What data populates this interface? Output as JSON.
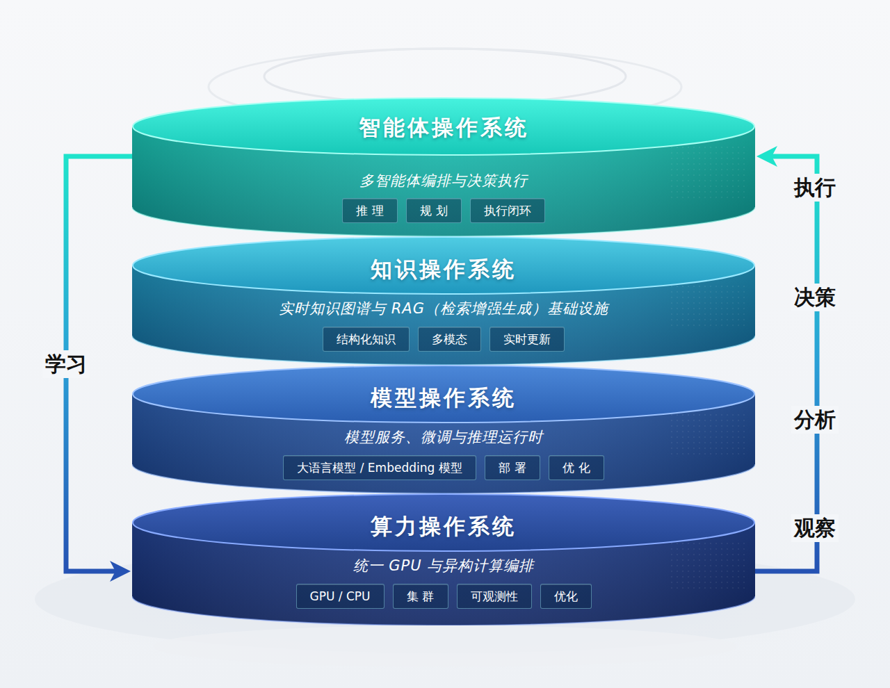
{
  "diagram": {
    "nodes": [
      {
        "text": [
          "智能体操作系统",
          "多智能体编排与决策执行"
        ]
      },
      {
        "text": [
          "推 理"
        ],
        "in": 0
      },
      {
        "text": [
          "规 划"
        ],
        "in": 0
      },
      {
        "text": [
          "执行闭环"
        ],
        "in": 0
      },
      {
        "text": [
          "知识操作系统",
          "实时知识图谱与 RAG（检索增强生成）基础设施"
        ]
      },
      {
        "text": [
          "结构化知识"
        ],
        "in": 4
      },
      {
        "text": [
          "多模态"
        ],
        "in": 4
      },
      {
        "text": [
          "实时更新"
        ],
        "in": 4
      },
      {
        "text": [
          "模型操作系统",
          "模型服务、微调与推理运行时"
        ]
      },
      {
        "text": [
          "大语言模型 / Embedding 模型"
        ],
        "in": 8
      },
      {
        "text": [
          "部 署"
        ],
        "in": 8
      },
      {
        "text": [
          "优 化"
        ],
        "in": 8
      },
      {
        "text": [
          "算力操作系统",
          "统一 GPU 与异构计算编排"
        ]
      },
      {
        "text": [
          "GPU / CPU"
        ],
        "in": 12
      },
      {
        "text": [
          "集 群"
        ],
        "in": 12
      },
      {
        "text": [
          "可观测性"
        ],
        "in": 12
      },
      {
        "text": [
          "优化"
        ],
        "in": 12
      }
    ],
    "edges": [
      {
        "from": 0,
        "to": 12,
        "arrow": "to",
        "label": "学习"
      },
      {
        "from": 12,
        "to": 0,
        "arrow": "to"
      }
    ],
    "labels": [
      "执行",
      "决策",
      "分析",
      "观察"
    ]
  }
}
